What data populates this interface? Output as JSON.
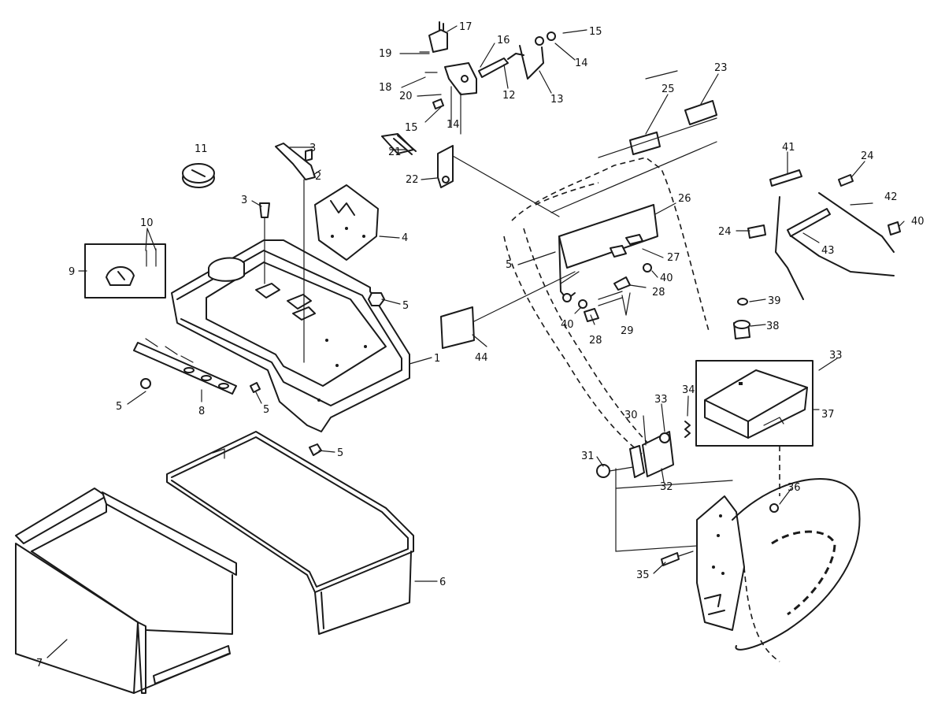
{
  "diagram": {
    "labels": [
      "1",
      "2",
      "3",
      "3",
      "4",
      "5",
      "5",
      "5",
      "5",
      "5",
      "6",
      "7",
      "8",
      "9",
      "10",
      "11",
      "12",
      "13",
      "14",
      "14",
      "15",
      "15",
      "16",
      "17",
      "18",
      "19",
      "20",
      "21",
      "22",
      "23",
      "24",
      "24",
      "25",
      "26",
      "27",
      "28",
      "28",
      "29",
      "30",
      "31",
      "32",
      "33",
      "33",
      "34",
      "35",
      "36",
      "37",
      "38",
      "39",
      "40",
      "40",
      "40",
      "41",
      "42",
      "43",
      "44"
    ]
  }
}
